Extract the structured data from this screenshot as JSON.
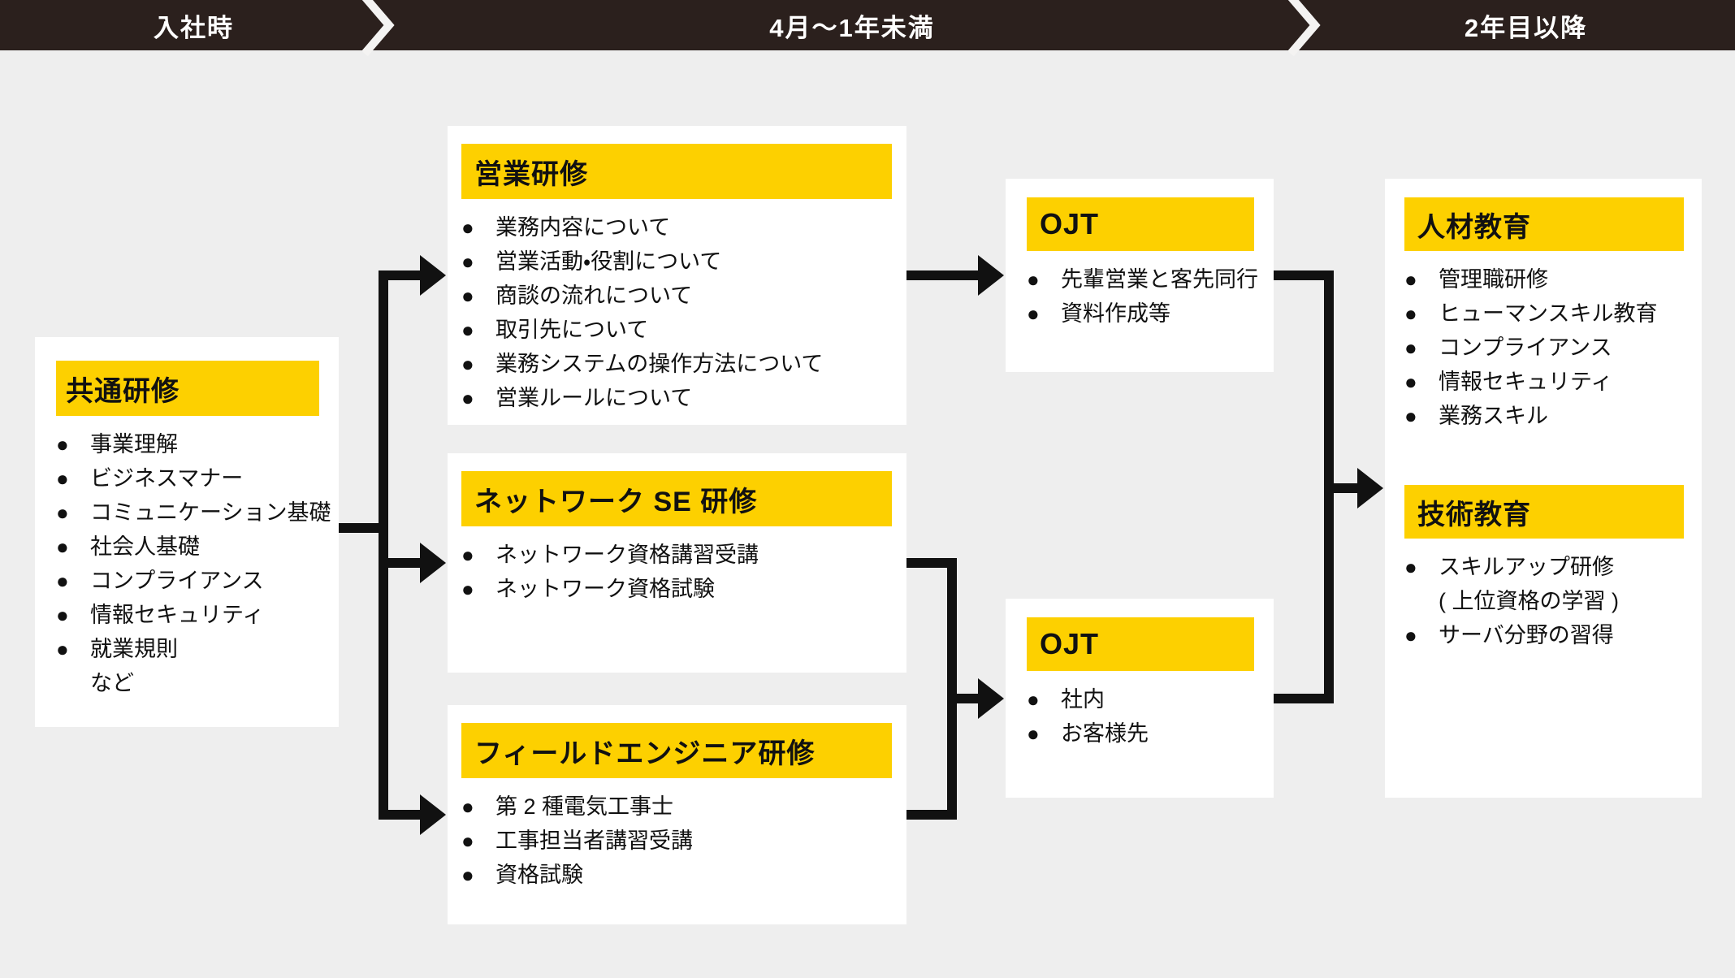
{
  "colors": {
    "background": "#eeeeee",
    "bar": "#2b201d",
    "accent": "#fdd000",
    "ink": "#111111",
    "box": "#ffffff",
    "bar_text": "#ffffff"
  },
  "timeline": {
    "stage1": "入社時",
    "stage2": "4月～1年未満",
    "stage3": "2年目以降"
  },
  "boxes": {
    "common": {
      "title": "共通研修",
      "items": [
        {
          "bullet": "●",
          "text": "事業理解"
        },
        {
          "bullet": "●",
          "text": "ビジネスマナー"
        },
        {
          "bullet": "●",
          "text": "コミュニケーション基礎"
        },
        {
          "bullet": "●",
          "text": "社会人基礎"
        },
        {
          "bullet": "●",
          "text": "コンプライアンス"
        },
        {
          "bullet": "●",
          "text": "情報セキュリティ"
        },
        {
          "bullet": "●",
          "text": "就業規則"
        },
        {
          "bullet": "",
          "text": "など"
        }
      ]
    },
    "sales": {
      "title": "営業研修",
      "items": [
        {
          "bullet": "●",
          "text": "業務内容について"
        },
        {
          "bullet": "●",
          "text": "営業活動・役割について"
        },
        {
          "bullet": "●",
          "text": "商談の流れについて"
        },
        {
          "bullet": "●",
          "text": "取引先について"
        },
        {
          "bullet": "●",
          "text": "業務システムの操作方法について"
        },
        {
          "bullet": "●",
          "text": "営業ルールについて"
        }
      ]
    },
    "network": {
      "title": "ネットワーク SE 研修",
      "items": [
        {
          "bullet": "●",
          "text": "ネットワーク資格講習受講"
        },
        {
          "bullet": "●",
          "text": "ネットワーク資格試験"
        }
      ]
    },
    "field": {
      "title": "フィールドエンジニア研修",
      "items": [
        {
          "bullet": "●",
          "text": "第 2 種電気工事士"
        },
        {
          "bullet": "●",
          "text": "工事担当者講習受講"
        },
        {
          "bullet": "●",
          "text": "資格試験"
        }
      ]
    },
    "ojt_sales": {
      "title": "OJT",
      "items": [
        {
          "bullet": "●",
          "text": "先輩営業と客先同行"
        },
        {
          "bullet": "●",
          "text": "資料作成等"
        }
      ]
    },
    "ojt_tech": {
      "title": "OJT",
      "items": [
        {
          "bullet": "●",
          "text": "社内"
        },
        {
          "bullet": "●",
          "text": "お客様先"
        }
      ]
    },
    "hr": {
      "title": "人材教育",
      "items": [
        {
          "bullet": "●",
          "text": "管理職研修"
        },
        {
          "bullet": "●",
          "text": "ヒューマンスキル教育"
        },
        {
          "bullet": "●",
          "text": "コンプライアンス"
        },
        {
          "bullet": "●",
          "text": "情報セキュリティ"
        },
        {
          "bullet": "●",
          "text": "業務スキル"
        }
      ]
    },
    "tech": {
      "title": "技術教育",
      "items": [
        {
          "bullet": "●",
          "text": "スキルアップ研修"
        },
        {
          "bullet": "",
          "text": "( 上位資格の学習 )"
        },
        {
          "bullet": "●",
          "text": "サーバ分野の習得"
        }
      ]
    }
  }
}
